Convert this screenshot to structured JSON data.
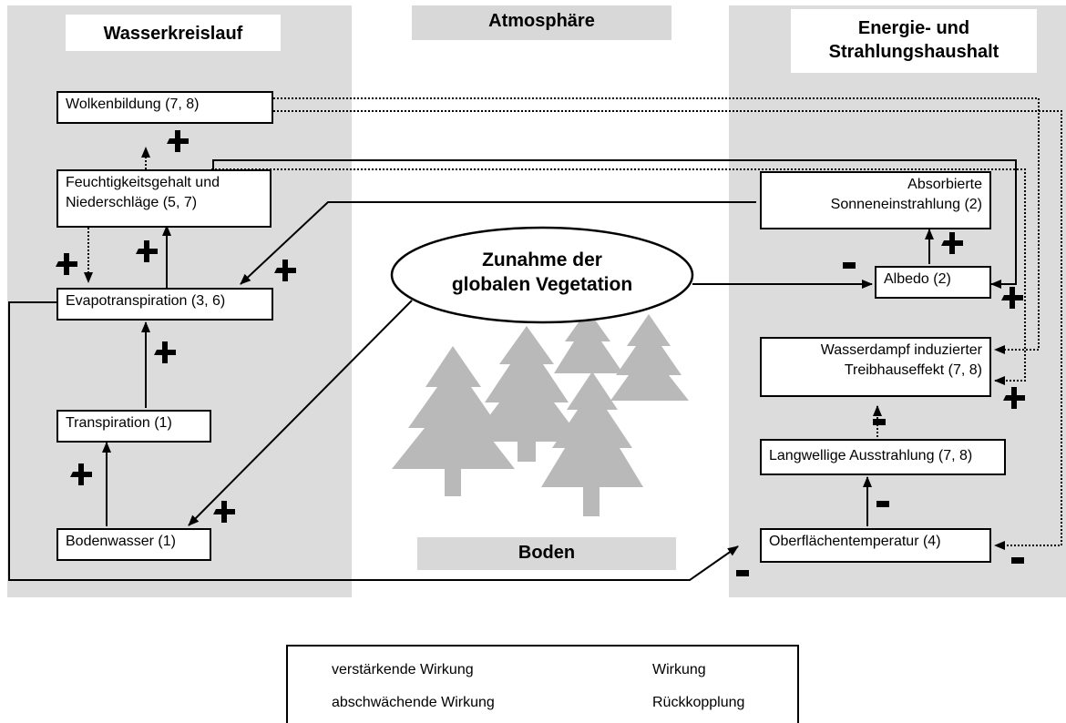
{
  "sections": {
    "water_cycle": "Wasserkreislauf",
    "atmosphere": "Atmosphäre",
    "energy": "Energie- und\nStrahlungshaushalt",
    "soil": "Boden"
  },
  "center": "Zunahme der\nglobalen Vegetation",
  "boxes": {
    "wolken": "Wolkenbildung (7, 8)",
    "feucht": "Feuchtigkeitsgehalt und\nNiederschläge (5, 7)",
    "evapo": "Evapotranspiration (3, 6)",
    "transp": "Transpiration (1)",
    "boden": "Bodenwasser (1)",
    "absorb": "Absorbierte\nSonneneinstrahlung (2)",
    "albedo": "Albedo (2)",
    "wasserd": "Wasserdampf induzierter\nTreibhauseffekt (7, 8)",
    "langw": "Langwellige Ausstrahlung (7, 8)",
    "oberfl": "Oberflächentemperatur (4)"
  },
  "legend": {
    "plus": "verstärkende Wirkung",
    "minus": "abschwächende Wirkung",
    "arrow": "Wirkung",
    "dotted": "Rückkopplung"
  }
}
